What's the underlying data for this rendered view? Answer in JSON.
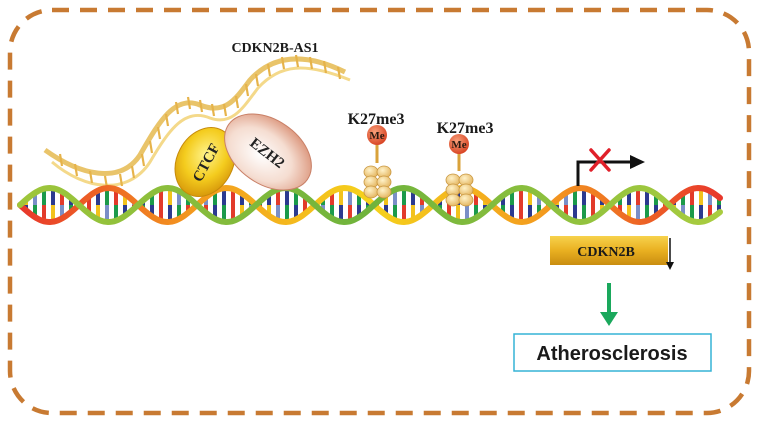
{
  "figure": {
    "lncrna_label": "CDKN2B-AS1",
    "ctcf_label": "CTCF",
    "ezh2_label": "EZH2",
    "marks": [
      {
        "histone_mark": "K27me3",
        "methyl": "Me"
      },
      {
        "histone_mark": "K27me3",
        "methyl": "Me"
      }
    ],
    "gene_label": "CDKN2B",
    "outcome_label": "Atherosclerosis",
    "colors": {
      "border": "#c87a32",
      "ctcf": "#f2c21a",
      "ezh2": "#e8b6a0",
      "methyl": "#e2512a",
      "nucleosome": "#efc57a",
      "gene_box": "#e6ad20",
      "down_arrow": "#1aa85c",
      "outcome_border": "#35b3d6",
      "block_x": "#e0202a"
    },
    "icons": [
      "transcription-start-arrow-icon",
      "blocked-x-icon",
      "downregulation-arrow-icon"
    ]
  }
}
